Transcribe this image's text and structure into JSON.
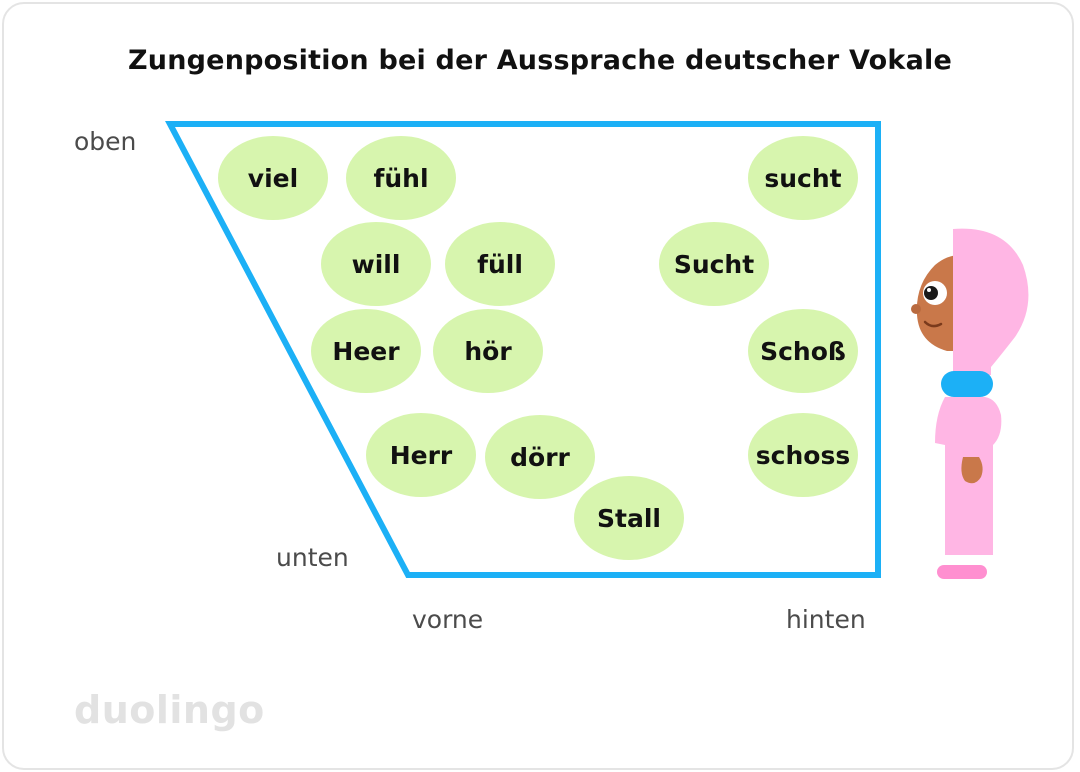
{
  "title": "Zungenposition bei der Aussprache deutscher Vokale",
  "axes": {
    "top": "oben",
    "bottom": "unten",
    "front": "vorne",
    "back": "hinten"
  },
  "words": [
    "viel",
    "fühl",
    "sucht",
    "will",
    "füll",
    "Sucht",
    "Heer",
    "hör",
    "Schoß",
    "Herr",
    "dörr",
    "schoss",
    "Stall"
  ],
  "brand": "duolingo",
  "colors": {
    "frame": "#1cb0f6",
    "bubble": "#d7f5ae",
    "figure_pink": "#ffb6e4",
    "figure_blue": "#1cb0f6"
  }
}
